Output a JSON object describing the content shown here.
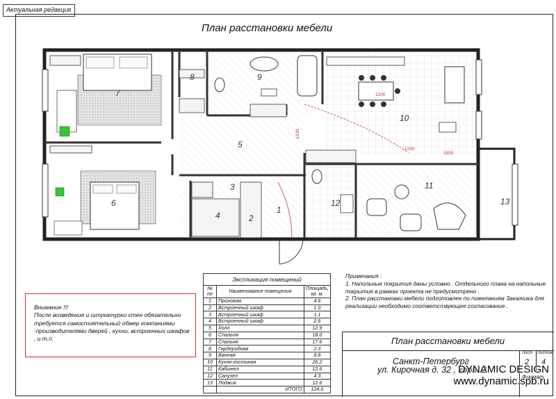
{
  "stamp": "Актуальная редакция",
  "title": "План расстановки мебели",
  "rooms": [
    "1",
    "2",
    "3",
    "4",
    "5",
    "6",
    "7",
    "8",
    "9",
    "10",
    "11",
    "12",
    "13"
  ],
  "dims": [
    "1200",
    "1200",
    "1800",
    "1230"
  ],
  "warning": {
    "heading": "Внимание !!!",
    "text": "После возведения и штукатурки стен обязательно требуется самостоятельный обмер компаниями -производителями дверей , кухни, встроенных шкафов , и т.п."
  },
  "explication": {
    "caption": "Экспликация помещений",
    "col_no": "№ пп",
    "col_name": "Наименование помещения",
    "col_area": "Площадь, кв. м.",
    "rows": [
      {
        "n": "1",
        "name": "Прихожая",
        "area": "4.6"
      },
      {
        "n": "2",
        "name": "Встроенный шкаф",
        "area": "1.0"
      },
      {
        "n": "3",
        "name": "Встроенный шкаф",
        "area": "1.1"
      },
      {
        "n": "4",
        "name": "Встроенный шкаф",
        "area": "2.6"
      },
      {
        "n": "5",
        "name": "Холл",
        "area": "12.9"
      },
      {
        "n": "6",
        "name": "Спальня",
        "area": "18.0"
      },
      {
        "n": "7",
        "name": "Спальня",
        "area": "17.6"
      },
      {
        "n": "8",
        "name": "Гардеробная",
        "area": "2.3"
      },
      {
        "n": "9",
        "name": "Ванная",
        "area": "8.8"
      },
      {
        "n": "10",
        "name": "Кухня-гостиная",
        "area": "26.2"
      },
      {
        "n": "11",
        "name": "Кабинет",
        "area": "12.6"
      },
      {
        "n": "12",
        "name": "Санузел",
        "area": "4.3"
      },
      {
        "n": "13",
        "name": "Лоджия",
        "area": "12.6"
      }
    ],
    "total_label": "ИТОГО",
    "total": "124.6"
  },
  "notes": {
    "heading": "Примечания :",
    "items": [
      "1. Напольные покрытия даны условно . Отдельного плана на напольные покрытия в рамках проекта не предусмотрено .",
      "2. План расстановки мебели подготовлен по пожеланиям Заказчика для реализации необходимо соответствующее согласование ."
    ]
  },
  "title_block": {
    "drawing": "План расстановки мебели",
    "city": "Санкт-Петербург",
    "address": "ул. Кирочная д. 32 , корп. 2",
    "sheet_label": "Лист",
    "sheet": "2",
    "sheets_label": "Листов",
    "sheets": "4",
    "format_label": "Формат"
  },
  "brand": {
    "name": "DYNAMIC DESIGN",
    "url": "www.dynamic.spb.ru"
  }
}
